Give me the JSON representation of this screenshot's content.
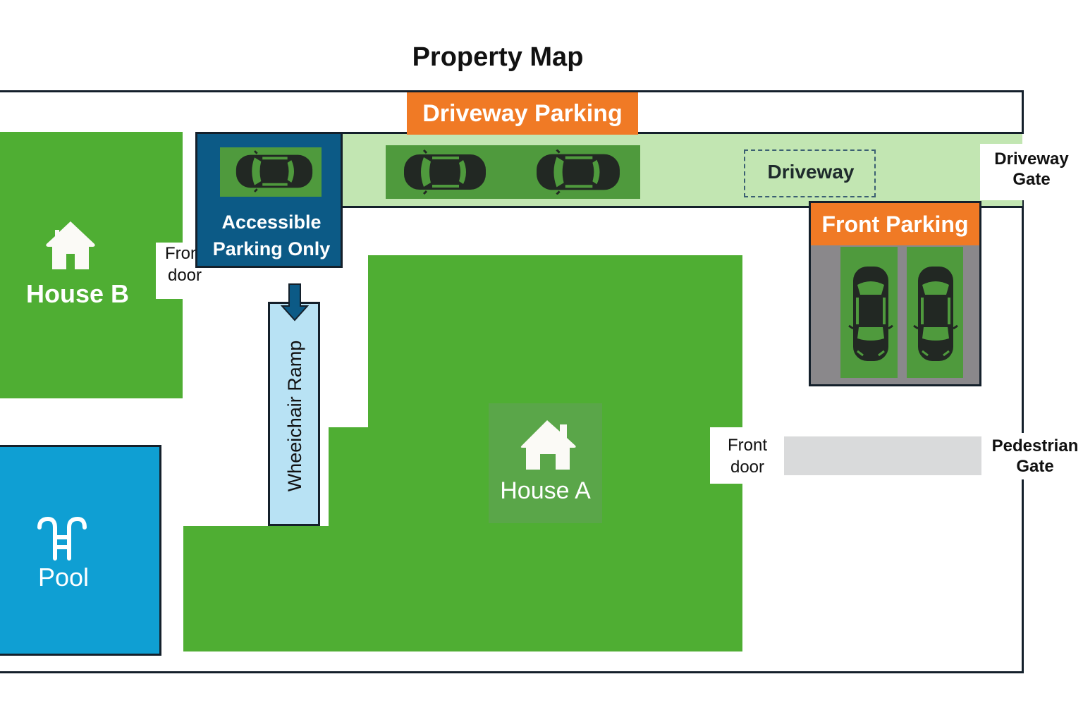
{
  "title": "Property Map",
  "colors": {
    "building": "#4fae33",
    "pool": "#0f9fd3",
    "accessible": "#0c5a86",
    "driveway": "#c2e6b2",
    "parking_spot": "#4f9a3d",
    "parking_tag": "#f07a25",
    "ramp": "#b8e2f4",
    "walkway": "#d9dadb",
    "pavement": "#8a888b",
    "car": "#222823",
    "boundary": "#14202b"
  },
  "areas": {
    "house_a": {
      "label": "House A",
      "icon": "house-icon"
    },
    "house_b": {
      "label": "House B",
      "icon": "house-icon"
    },
    "pool": {
      "label": "Pool",
      "icon": "pool-ladder-icon"
    },
    "accessible_parking": {
      "label_line1": "Accessible",
      "label_line2": "Parking Only",
      "cars": 1
    },
    "driveway_parking": {
      "label": "Driveway Parking",
      "cars": 2
    },
    "front_parking": {
      "label": "Front Parking",
      "cars": 2
    },
    "driveway": {
      "label": "Driveway"
    },
    "ramp": {
      "label": "Wheeichair Ramp",
      "icon": "arrow-down-icon"
    }
  },
  "doors": {
    "house_b": {
      "line1": "Front",
      "line2": "door"
    },
    "house_a": {
      "line1": "Front",
      "line2": "door"
    }
  },
  "gates": {
    "driveway": {
      "line1": "Driveway",
      "line2": "Gate"
    },
    "pedestrian": {
      "line1": "Pedestrian",
      "line2": "Gate"
    }
  }
}
